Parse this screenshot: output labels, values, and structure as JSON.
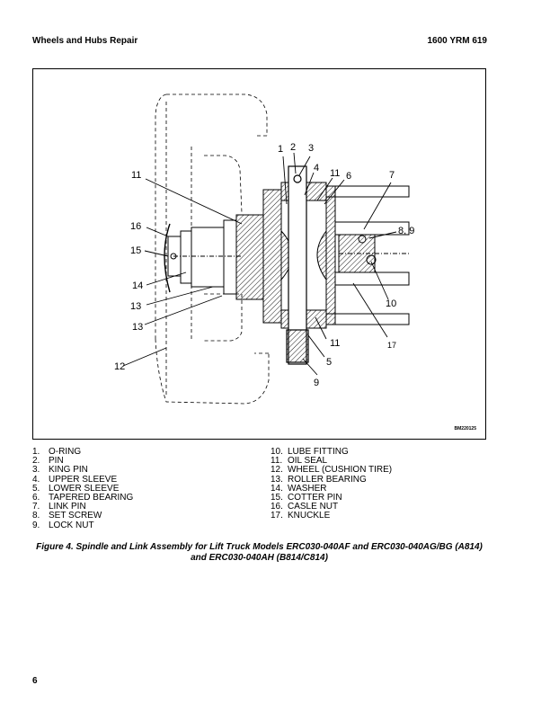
{
  "header": {
    "left": "Wheels and Hubs Repair",
    "right": "1600 YRM 619"
  },
  "figure": {
    "code": "BM220125",
    "callouts": [
      "1",
      "2",
      "3",
      "4",
      "11",
      "6",
      "7",
      "8, 9",
      "11",
      "16",
      "15",
      "14",
      "13",
      "13",
      "12",
      "10",
      "11",
      "5",
      "9",
      "17"
    ]
  },
  "legend": {
    "left": [
      {
        "num": "1.",
        "label": "O-RING"
      },
      {
        "num": "2.",
        "label": "PIN"
      },
      {
        "num": "3.",
        "label": "KING PIN"
      },
      {
        "num": "4.",
        "label": "UPPER SLEEVE"
      },
      {
        "num": "5.",
        "label": "LOWER SLEEVE"
      },
      {
        "num": "6.",
        "label": "TAPERED BEARING"
      },
      {
        "num": "7.",
        "label": "LINK PIN"
      },
      {
        "num": "8.",
        "label": "SET SCREW"
      },
      {
        "num": "9.",
        "label": "LOCK NUT"
      }
    ],
    "right": [
      {
        "num": "10.",
        "label": "LUBE FITTING"
      },
      {
        "num": "11.",
        "label": "OIL SEAL"
      },
      {
        "num": "12.",
        "label": "WHEEL (CUSHION TIRE)"
      },
      {
        "num": "13.",
        "label": "ROLLER BEARING"
      },
      {
        "num": "14.",
        "label": "WASHER"
      },
      {
        "num": "15.",
        "label": "COTTER PIN"
      },
      {
        "num": "16.",
        "label": "CASLE NUT"
      },
      {
        "num": "17.",
        "label": "KNUCKLE"
      }
    ]
  },
  "caption": {
    "line1": "Figure 4. Spindle and Link Assembly for Lift Truck Models ERC030-040AF and ERC030-040AG/BG (A814)",
    "line2": "and ERC030-040AH (B814/C814)"
  },
  "page_number": "6"
}
